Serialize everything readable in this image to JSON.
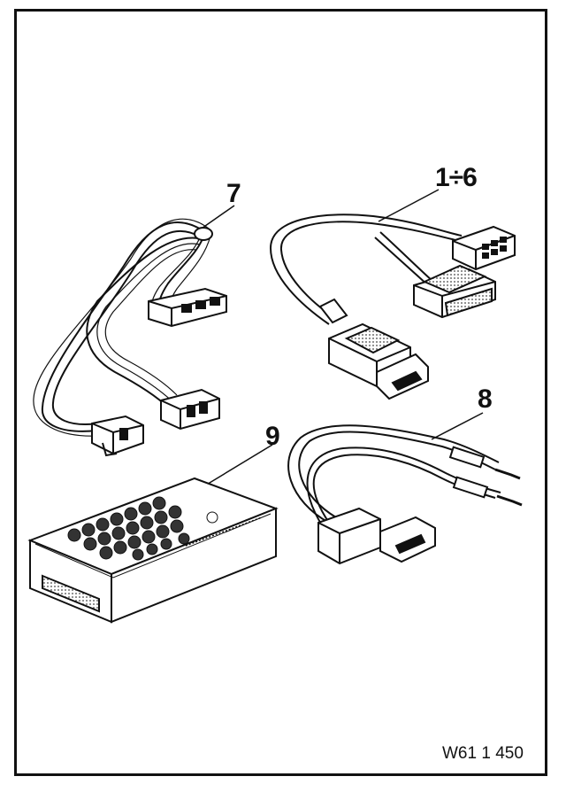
{
  "figure": {
    "callouts": {
      "c7": "7",
      "c1to6": "1÷6",
      "c8": "8",
      "c9": "9"
    },
    "reference_code": "W61 1 450"
  },
  "colors": {
    "ink": "#111111",
    "paper": "#ffffff",
    "shade": "#9a9a9a"
  }
}
